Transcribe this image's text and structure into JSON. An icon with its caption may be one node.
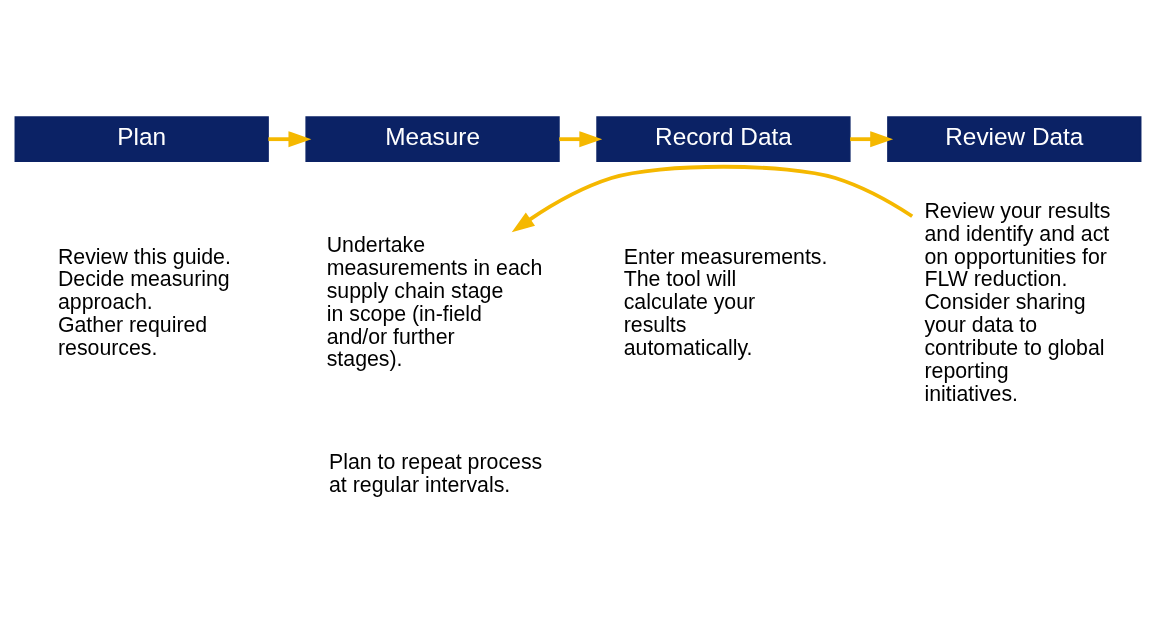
{
  "diagram": {
    "nodes": [
      {
        "text": [
          "Plan"
        ]
      },
      {
        "text": [
          "Measure"
        ]
      },
      {
        "text": [
          "Record Data"
        ]
      },
      {
        "text": [
          "Review Data"
        ]
      },
      {
        "text": [
          "Review this guide.",
          "Decide measuring approach.",
          "Gather required resources."
        ]
      },
      {
        "text": [
          "Undertake measurements in each supply chain stage in scope (in-field and/or further stages)."
        ]
      },
      {
        "text": [
          "Enter measurements.",
          "The tool will calculate your results automatically."
        ]
      },
      {
        "text": [
          "Review your results and identify and act on opportunities for FLW reduction.",
          "Consider sharing your data to contribute to global reporting initiatives."
        ]
      }
    ],
    "edges": [
      {
        "from": 0,
        "to": 1,
        "arrow": "to"
      },
      {
        "from": 1,
        "to": 2,
        "arrow": "to"
      },
      {
        "from": 2,
        "to": 3,
        "arrow": "to"
      },
      {
        "from": 7,
        "to": 5,
        "arrow": "to"
      }
    ],
    "labels": [
      "Plan to repeat process at regular intervals."
    ]
  }
}
